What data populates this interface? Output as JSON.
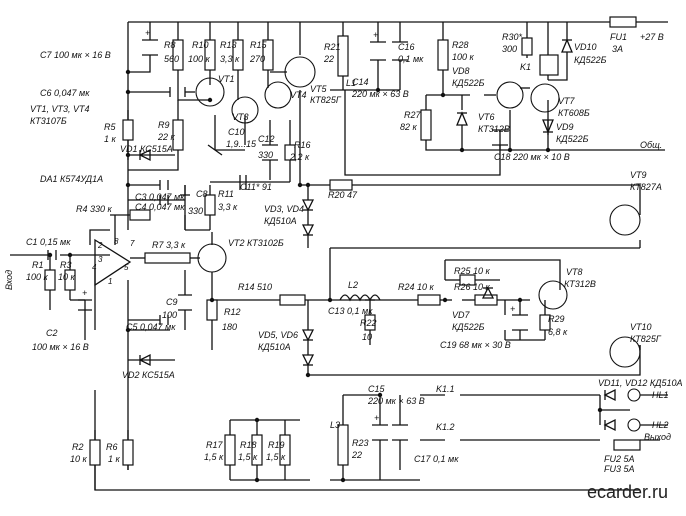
{
  "labels": {
    "c7": "C7 100 мк × 16 В",
    "r8": "R8",
    "r8v": "560",
    "r10": "R10",
    "r10v": "100 к",
    "r13": "R13",
    "r13v": "3,3 к",
    "r15": "R15",
    "r15v": "270",
    "vt5": "VT5",
    "vt5t": "КТ825Г",
    "r21": "R21",
    "r21v": "22",
    "l1": "L1",
    "c14": "C14",
    "c14v": "220 мк × 63 В",
    "c16": "C16",
    "c16v": "0,1 мк",
    "r28": "R28",
    "r28v": "100 к",
    "vd8": "VD8",
    "vd8t": "КД522Б",
    "r30": "R30*",
    "r30v": "300",
    "k1": "K1",
    "vd10": "VD10",
    "vd10t": "КД522Б",
    "fu1": "FU1",
    "fu1v": "3А",
    "plus27": "+27 В",
    "c6": "C6 0,047 мк",
    "vt1": "VT1",
    "vt3": "VT3",
    "vt4": "VT4",
    "vt134": "VT1, VT3, VT4",
    "kt3107": "КТ3107Б",
    "r9": "R9",
    "r9v": "22 к",
    "r5": "R5",
    "r5v": "1 к",
    "vd1": "VD1 КС515А",
    "c10": "C10",
    "c10v": "1,9...15",
    "c12": "C12",
    "c12v": "330",
    "r16": "R16",
    "r16v": "2,2 к",
    "r27": "R27",
    "r27v": "82 к",
    "vt6": "VT6",
    "vt6t": "КТ312В",
    "vt7": "VT7",
    "vt7t": "КТ608Б",
    "vd9": "VD9",
    "vd9t": "КД522Б",
    "obsh": "Общ.",
    "c18": "C18 220 мк × 10 В",
    "da1": "DA1 К574УД1А",
    "c3": "C3 0,047 мк",
    "c4": "C4 0,047 мк",
    "c8": "C8",
    "c8v": "330",
    "r11": "R11",
    "r11v": "3,3 к",
    "c11": "C11* 91",
    "r20": "R20 47",
    "vd34": "VD3, VD4",
    "vd34t": "КД510А",
    "vt9": "VT9",
    "vt9t": "КТ827А",
    "r4": "R4 330 к",
    "c1": "C1 0,15 мк",
    "r1": "R1",
    "r1v": "100 к",
    "r3": "R3",
    "r3v": "10 к",
    "vhod": "Вход",
    "r7": "R7 3,3 к",
    "vt2": "VT2 КТ3102Б",
    "pin2": "2",
    "pin3": "3",
    "pin8": "8",
    "pin7": "7",
    "pin4": "4",
    "pin1": "1",
    "pin5": "5",
    "r14": "R14 510",
    "l2": "L2",
    "r24": "R24 10 к",
    "r25": "R25 10 к",
    "r26": "R26 10 к",
    "vt8": "VT8",
    "vt8t": "КТ312В",
    "c9": "C9",
    "c9v": "100",
    "r12": "R12",
    "r12v": "180",
    "c13": "C13 0,1 мк",
    "r22": "R22",
    "r22v": "10",
    "vd7": "VD7",
    "vd7t": "КД522Б",
    "r29": "R29",
    "r29v": "6,8 к",
    "c19": "C19 68 мк × 30 В",
    "c2": "C2",
    "c2v": "100 мк × 16 В",
    "c5": "C5 0,047 мк",
    "vd56": "VD5, VD6",
    "vd56t": "КД510А",
    "vt10": "VT10",
    "vt10t": "КТ825Г",
    "vd2": "VD2 КС515А",
    "c15": "C15",
    "c15v": "220 мк × 63 В",
    "k11": "K1.1",
    "k12": "K1.2",
    "vd1112": "VD11, VD12 КД510А",
    "hl1": "HL1",
    "hl2": "HL2",
    "l3": "L3",
    "r2": "R2",
    "r2v": "10 к",
    "r6": "R6",
    "r6v": "1 к",
    "r17": "R17",
    "r17v": "1,5 к",
    "r18": "R18",
    "r18v": "1,5 к",
    "r19": "R19",
    "r19v": "1,5 к",
    "r23": "R23",
    "r23v": "22",
    "c17": "C17 0,1 мк",
    "fu2": "FU2 5А",
    "fu3": "FU3 5А",
    "vyhod": "Выход",
    "watermark": "ecarder.ru"
  }
}
